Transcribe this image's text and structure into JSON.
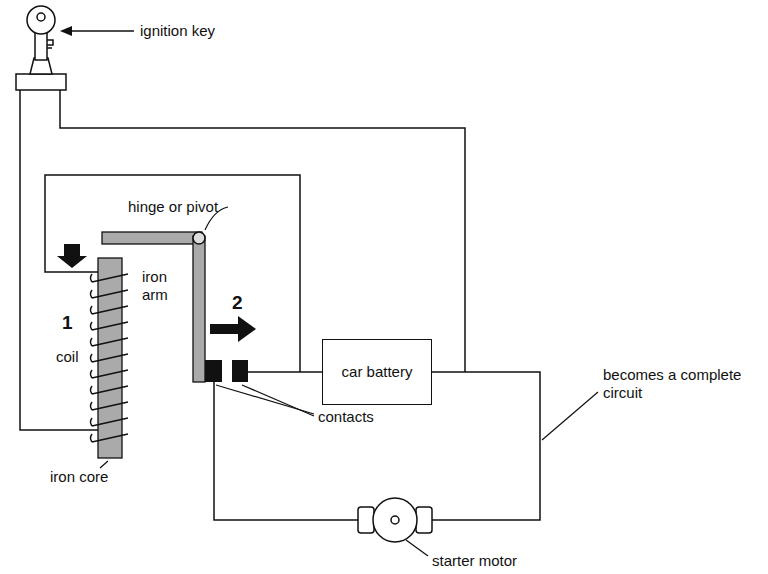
{
  "diagram": {
    "nodes": [
      {
        "text": [
          "car battery"
        ]
      }
    ],
    "labels": [
      "ignition key",
      "hinge or pivot",
      "iron arm",
      "1",
      "coil",
      "2",
      "contacts",
      "iron core",
      "starter motor",
      "becomes a complete circuit"
    ]
  }
}
